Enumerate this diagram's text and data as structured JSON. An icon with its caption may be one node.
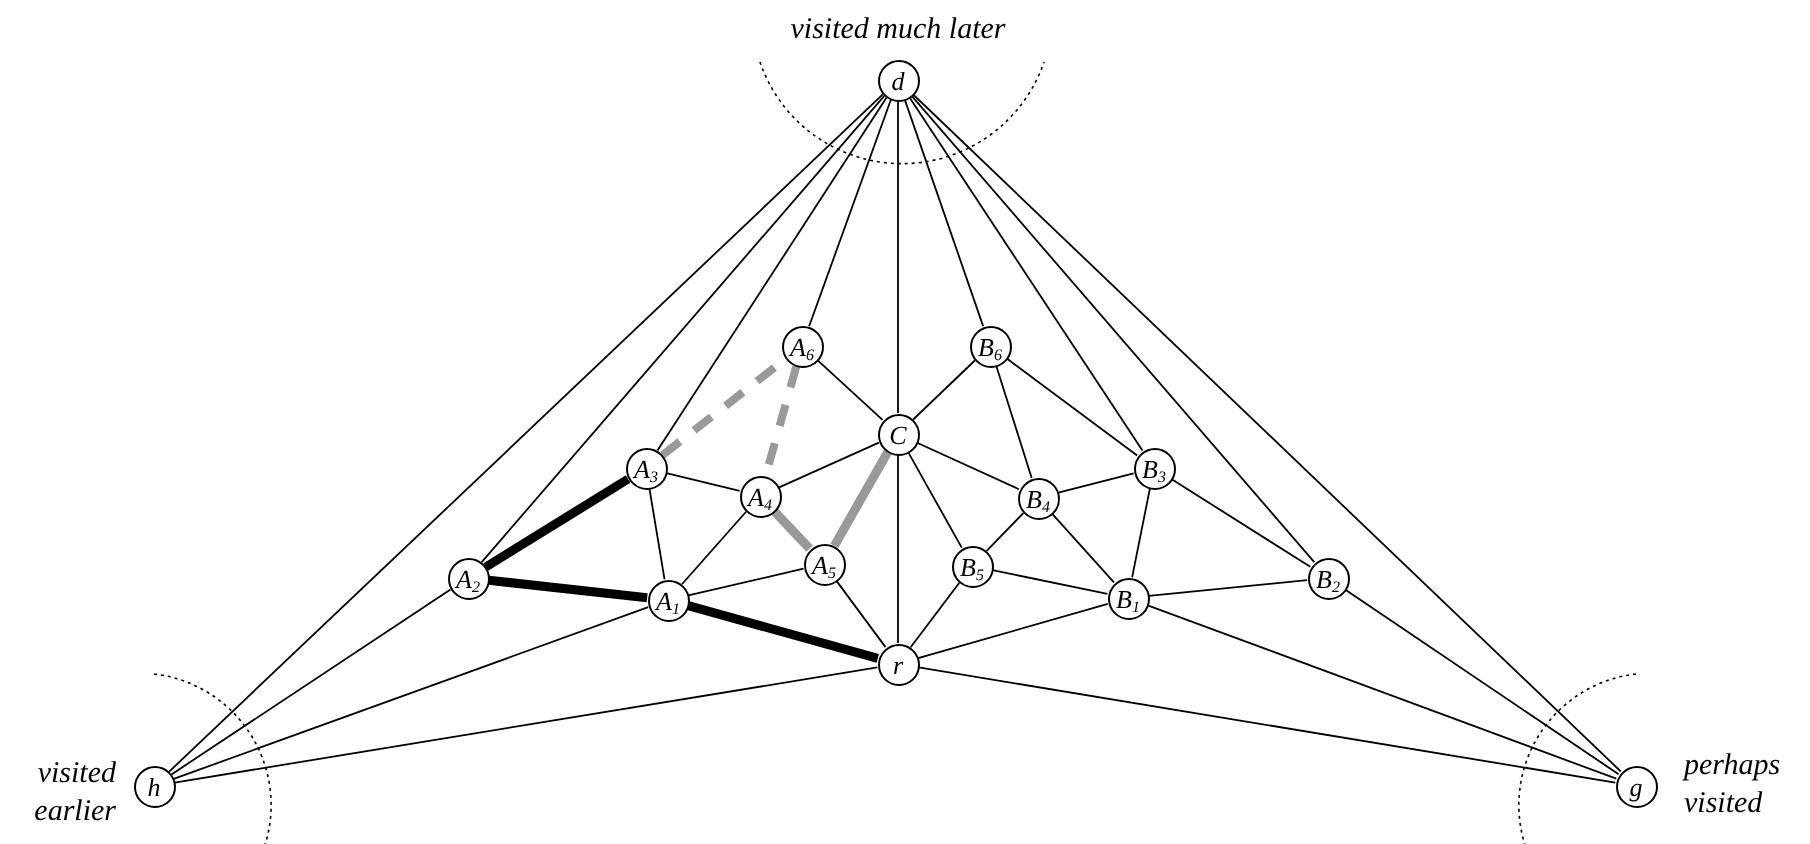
{
  "diagram": {
    "nodes": [
      {
        "text": [
          "d"
        ],
        "beside": [
          "visited much later"
        ]
      },
      {
        "text": [
          "A$_{6}$"
        ]
      },
      {
        "text": [
          "B$_{6}$"
        ]
      },
      {
        "text": [
          "C"
        ]
      },
      {
        "text": [
          "A$_{3}$"
        ]
      },
      {
        "text": [
          "B$_{3}$"
        ]
      },
      {
        "text": [
          "A$_{4}$"
        ]
      },
      {
        "text": [
          "B$_{4}$"
        ]
      },
      {
        "text": [
          "A$_{2}$"
        ]
      },
      {
        "text": [
          "A$_{5}$"
        ]
      },
      {
        "text": [
          "B$_{5}$"
        ]
      },
      {
        "text": [
          "B$_{2}$"
        ]
      },
      {
        "text": [
          "A$_{1}$"
        ]
      },
      {
        "text": [
          "B$_{1}$"
        ]
      },
      {
        "text": [
          "r"
        ]
      },
      {
        "text": [
          "h"
        ],
        "beside": [
          "visited earlier"
        ]
      },
      {
        "text": [
          "g"
        ],
        "beside": [
          "perhaps visited"
        ]
      }
    ],
    "edges": [
      {
        "from": 0,
        "to": 15,
        "arrow": "none"
      },
      {
        "from": 0,
        "to": 8,
        "arrow": "none"
      },
      {
        "from": 0,
        "to": 4,
        "arrow": "none"
      },
      {
        "from": 0,
        "to": 1,
        "arrow": "none"
      },
      {
        "from": 0,
        "to": 3,
        "arrow": "none"
      },
      {
        "from": 0,
        "to": 2,
        "arrow": "none"
      },
      {
        "from": 0,
        "to": 5,
        "arrow": "none"
      },
      {
        "from": 0,
        "to": 11,
        "arrow": "none"
      },
      {
        "from": 0,
        "to": 16,
        "arrow": "none"
      },
      {
        "from": 15,
        "to": 8,
        "arrow": "none"
      },
      {
        "from": 15,
        "to": 12,
        "arrow": "none"
      },
      {
        "from": 15,
        "to": 14,
        "arrow": "none"
      },
      {
        "from": 16,
        "to": 11,
        "arrow": "none"
      },
      {
        "from": 16,
        "to": 13,
        "arrow": "none"
      },
      {
        "from": 16,
        "to": 14,
        "arrow": "none"
      },
      {
        "from": 14,
        "to": 3,
        "arrow": "none"
      },
      {
        "from": 12,
        "to": 14,
        "arrow": "none",
        "style": "thick"
      },
      {
        "from": 9,
        "to": 14,
        "arrow": "none"
      },
      {
        "from": 10,
        "to": 14,
        "arrow": "none"
      },
      {
        "from": 13,
        "to": 14,
        "arrow": "none"
      },
      {
        "from": 8,
        "to": 4,
        "arrow": "none",
        "style": "thick"
      },
      {
        "from": 8,
        "to": 12,
        "arrow": "none",
        "style": "thick"
      },
      {
        "from": 4,
        "to": 12,
        "arrow": "none"
      },
      {
        "from": 4,
        "to": 6,
        "arrow": "none"
      },
      {
        "from": 4,
        "to": 1,
        "arrow": "none",
        "style": "dashed",
        "color": "#999999"
      },
      {
        "from": 1,
        "to": 6,
        "arrow": "none",
        "style": "dashed",
        "color": "#999999"
      },
      {
        "from": 6,
        "to": 12,
        "arrow": "none"
      },
      {
        "from": 6,
        "to": 3,
        "arrow": "none"
      },
      {
        "from": 6,
        "to": 9,
        "arrow": "none",
        "style": "thick",
        "color": "#999999"
      },
      {
        "from": 9,
        "to": 3,
        "arrow": "none",
        "style": "thick",
        "color": "#999999"
      },
      {
        "from": 9,
        "to": 12,
        "arrow": "none"
      },
      {
        "from": 1,
        "to": 3,
        "arrow": "none"
      },
      {
        "from": 3,
        "to": 2,
        "arrow": "none"
      },
      {
        "from": 3,
        "to": 7,
        "arrow": "none"
      },
      {
        "from": 3,
        "to": 10,
        "arrow": "none"
      },
      {
        "from": 2,
        "to": 7,
        "arrow": "none"
      },
      {
        "from": 2,
        "to": 5,
        "arrow": "none"
      },
      {
        "from": 7,
        "to": 5,
        "arrow": "none"
      },
      {
        "from": 7,
        "to": 10,
        "arrow": "none"
      },
      {
        "from": 7,
        "to": 13,
        "arrow": "none"
      },
      {
        "from": 5,
        "to": 13,
        "arrow": "none"
      },
      {
        "from": 5,
        "to": 11,
        "arrow": "none"
      },
      {
        "from": 10,
        "to": 13,
        "arrow": "none"
      },
      {
        "from": 13,
        "to": 11,
        "arrow": "none"
      }
    ]
  }
}
